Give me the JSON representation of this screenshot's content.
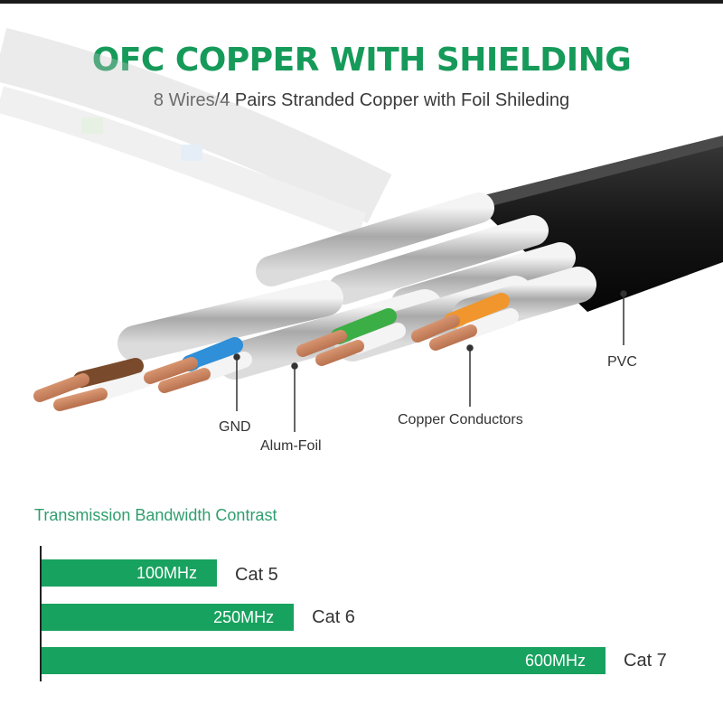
{
  "header": {
    "title": "OFC COPPER WITH SHIELDING",
    "subtitle": "8 Wires/4 Pairs Stranded Copper with Foil Shileding"
  },
  "callouts": {
    "gnd": "GND",
    "alum_foil": "Alum-Foil",
    "copper_conductors": "Copper Conductors",
    "pvc": "PVC"
  },
  "colors": {
    "brand_green": "#169a5a",
    "bar_green": "#18a25f",
    "pair_colors": [
      "#7a4a2c",
      "#2f8fd8",
      "#3cae46",
      "#f0962c"
    ]
  },
  "bandwidth": {
    "title": "Transmission Bandwidth Contrast",
    "max_mhz": 600,
    "bars": [
      {
        "value_label": "100MHz",
        "category": "Cat 5",
        "mhz": 100
      },
      {
        "value_label": "250MHz",
        "category": "Cat 6",
        "mhz": 250
      },
      {
        "value_label": "600MHz",
        "category": "Cat 7",
        "mhz": 600
      }
    ]
  }
}
